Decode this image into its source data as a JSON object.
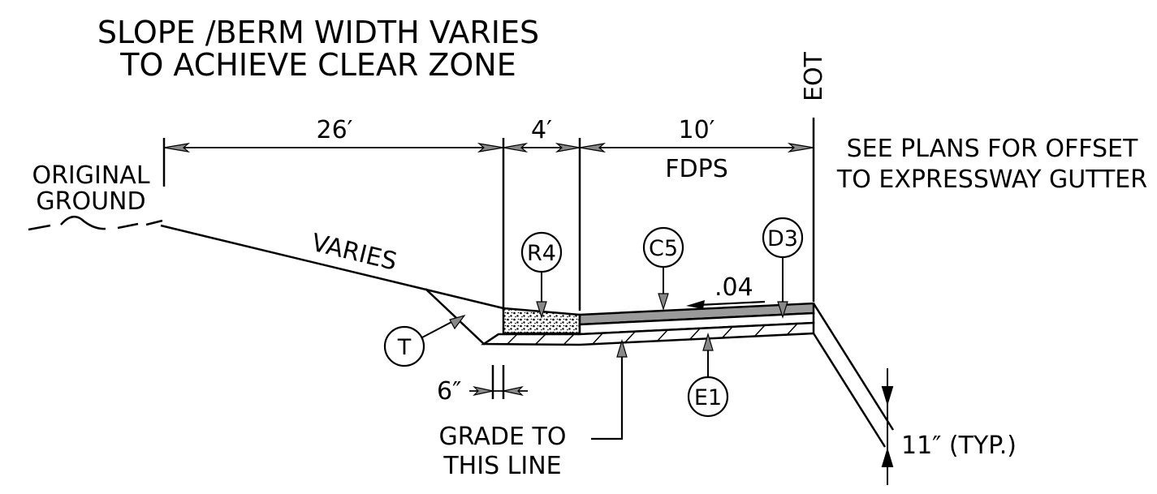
{
  "title": {
    "line1": "SLOPE /BERM  WIDTH  VARIES",
    "line2": "TO  ACHIEVE CLEAR ZONE"
  },
  "eot_label": "EOT",
  "dimensions": {
    "slope_width": "26′",
    "berm_width": "4′",
    "shoulder_width": "10′",
    "shoulder_type": "FDPS",
    "offset": "6″",
    "thickness": "11″  (TYP.)"
  },
  "notes": {
    "offset_line1": "SEE  PLANS  FOR  OFFSET",
    "offset_line2": "TO   EXPRESSWAY  GUTTER",
    "ground_line1": "ORIGINAL",
    "ground_line2": "GROUND",
    "grade_line1": "GRADE  TO",
    "grade_line2": "THIS  LINE",
    "slope": "VARIES",
    "cross_slope": ".04"
  },
  "callouts": {
    "r4": "R4",
    "c5": "C5",
    "d3": "D3",
    "e1": "E1",
    "t": "T"
  }
}
